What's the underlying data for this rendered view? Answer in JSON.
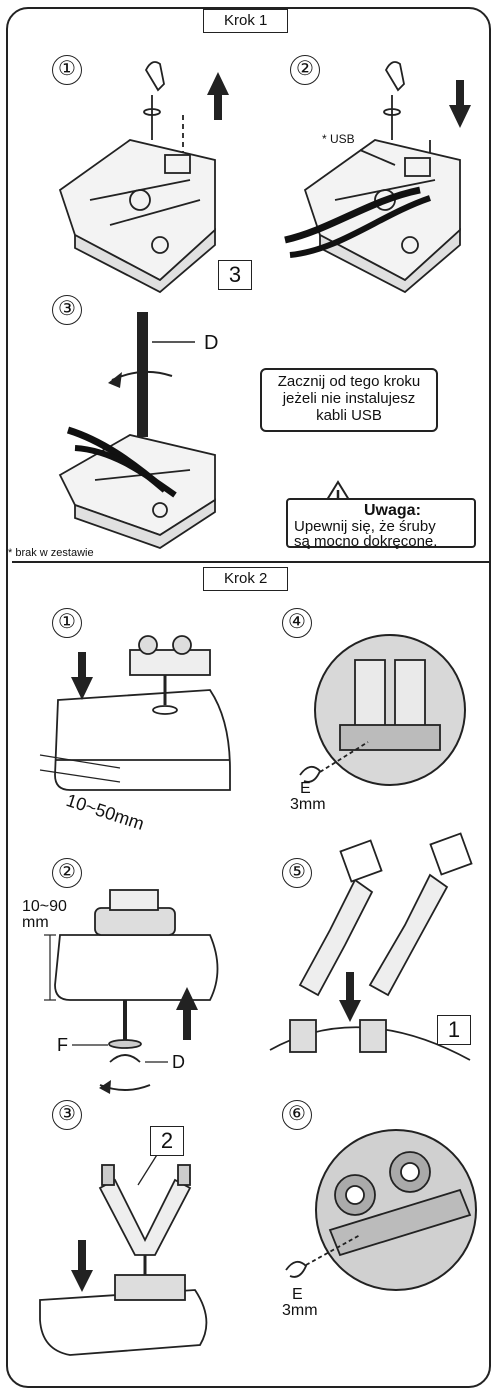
{
  "step1": {
    "title": "Krok 1",
    "substeps": [
      "①",
      "②",
      "③"
    ],
    "usb_label": "* USB",
    "part3_label": "3",
    "rod_label": "D",
    "note": {
      "line1": "Zacznij od tego kroku",
      "line2": "jeżeli nie instalujesz",
      "line3": "kabli USB"
    },
    "warning": {
      "title": "Uwaga:",
      "line1": "Upewnij się, że śruby",
      "line2": "są mocno dokręcone."
    },
    "footnote": "* brak w zestawie"
  },
  "step2": {
    "title": "Krok 2",
    "substeps": [
      "①",
      "④",
      "②",
      "⑤",
      "③",
      "⑥"
    ],
    "range1": "10~50mm",
    "range2_top": "10~90",
    "range2_bottom": "mm",
    "label_F": "F",
    "label_D": "D",
    "label_E1": "E",
    "label_E1_size": "3mm",
    "label_E2": "E",
    "label_E2_size": "3mm",
    "part1_label": "1",
    "part2_label": "2"
  }
}
